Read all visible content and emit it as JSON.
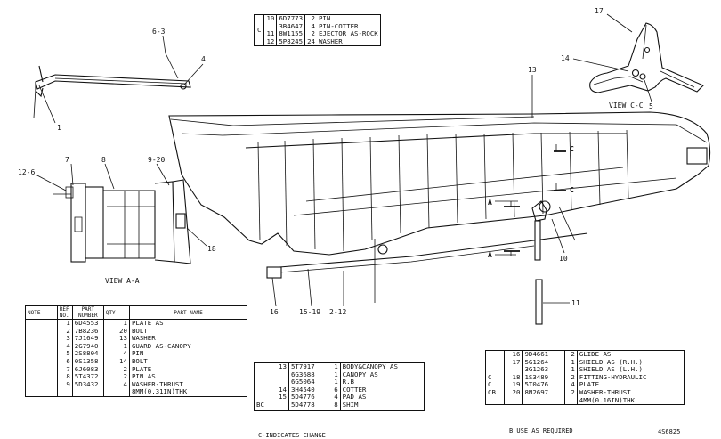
{
  "callouts": {
    "c1": "1",
    "c4": "4",
    "c63": "6-3",
    "c13": "13",
    "c17": "17",
    "c14": "14",
    "c5": "5",
    "c12_6": "12-6",
    "c7": "7",
    "c8": "8",
    "c9_20": "9-20",
    "c18": "18",
    "c16": "16",
    "c15_19": "15-19",
    "c2_12": "2-12",
    "c10": "10",
    "c11": "11",
    "a_top": "A",
    "a_bot": "A",
    "c_top": "C",
    "c_bot": "C"
  },
  "view_labels": {
    "view_aa": "VIEW A-A",
    "view_cc": "VIEW C-C"
  },
  "table_top": {
    "group": "C",
    "rows": [
      {
        "ref": "10",
        "part": "6D7773",
        "qty": "2",
        "name": "PIN"
      },
      {
        "ref": "",
        "part": "3B4647",
        "qty": "4",
        "name": "PIN-COTTER"
      },
      {
        "ref": "11",
        "part": "8W1155",
        "qty": "2",
        "name": "EJECTOR AS-ROCK"
      },
      {
        "ref": "12",
        "part": "5P8245",
        "qty": "24",
        "name": "WASHER"
      }
    ]
  },
  "table_left": {
    "headers": {
      "note": "NOTE",
      "ref": "REF NO.",
      "part": "PART NUMBER",
      "qty": "QTY",
      "name": "PART NAME"
    },
    "rows": [
      {
        "note": "",
        "ref": "1",
        "part": "6D4553",
        "qty": "1",
        "name": "PLATE AS"
      },
      {
        "note": "",
        "ref": "2",
        "part": "7B8236",
        "qty": "20",
        "name": "BOLT"
      },
      {
        "note": "",
        "ref": "3",
        "part": "7J1649",
        "qty": "13",
        "name": "WASHER"
      },
      {
        "note": "",
        "ref": "4",
        "part": "2G7940",
        "qty": "1",
        "name": "GUARD AS-CANOPY"
      },
      {
        "note": "",
        "ref": "5",
        "part": "2S8804",
        "qty": "4",
        "name": "PIN"
      },
      {
        "note": "",
        "ref": "6",
        "part": "0S1358",
        "qty": "14",
        "name": "BOLT"
      },
      {
        "note": "",
        "ref": "7",
        "part": "6J6083",
        "qty": "2",
        "name": "PLATE"
      },
      {
        "note": "",
        "ref": "8",
        "part": "5T4372",
        "qty": "2",
        "name": "PIN AS"
      },
      {
        "note": "",
        "ref": "9",
        "part": "5D3432",
        "qty": "4",
        "name": "WASHER-THRUST"
      },
      {
        "note": "",
        "ref": "",
        "part": "",
        "qty": "",
        "name": "8MM(0.31IN)THK"
      }
    ]
  },
  "table_mid": {
    "rows": [
      {
        "note": "",
        "ref": "13",
        "part": "5T7917",
        "qty": "1",
        "name": "BODY&CANOPY AS"
      },
      {
        "note": "",
        "ref": "",
        "part": "6G3688",
        "qty": "1",
        "name": "  CANOPY AS"
      },
      {
        "note": "",
        "ref": "",
        "part": "6G5064",
        "qty": "1",
        "name": "  R.B"
      },
      {
        "note": "",
        "ref": "14",
        "part": "3H4540",
        "qty": "6",
        "name": "COTTER"
      },
      {
        "note": "",
        "ref": "15",
        "part": "5D4776",
        "qty": "4",
        "name": "PAD AS"
      },
      {
        "note": "BC",
        "ref": "",
        "part": "5D4778",
        "qty": "8",
        "name": "SHIM"
      }
    ]
  },
  "table_right": {
    "rows": [
      {
        "note": "",
        "ref": "16",
        "part": "9D4661",
        "qty": "2",
        "name": "GLIDE AS"
      },
      {
        "note": "",
        "ref": "17",
        "part": "5G1264",
        "qty": "1",
        "name": "SHIELD AS (R.H.)"
      },
      {
        "note": "",
        "ref": "",
        "part": "3G1263",
        "qty": "1",
        "name": "SHIELD AS (L.H.)"
      },
      {
        "note": "C",
        "ref": "18",
        "part": "1S3489",
        "qty": "2",
        "name": "FITTING-HYDRAULIC"
      },
      {
        "note": "C",
        "ref": "19",
        "part": "5T0476",
        "qty": "4",
        "name": "PLATE"
      },
      {
        "note": "CB",
        "ref": "20",
        "part": "8N2697",
        "qty": "2",
        "name": "WASHER-THRUST"
      },
      {
        "note": "",
        "ref": "",
        "part": "",
        "qty": "",
        "name": "4MM(0.16IN)THK"
      }
    ]
  },
  "notes": {
    "change": "C-INDICATES CHANGE",
    "use_as_required": "B    USE AS REQUIRED",
    "drawing_no": "4S6825"
  }
}
